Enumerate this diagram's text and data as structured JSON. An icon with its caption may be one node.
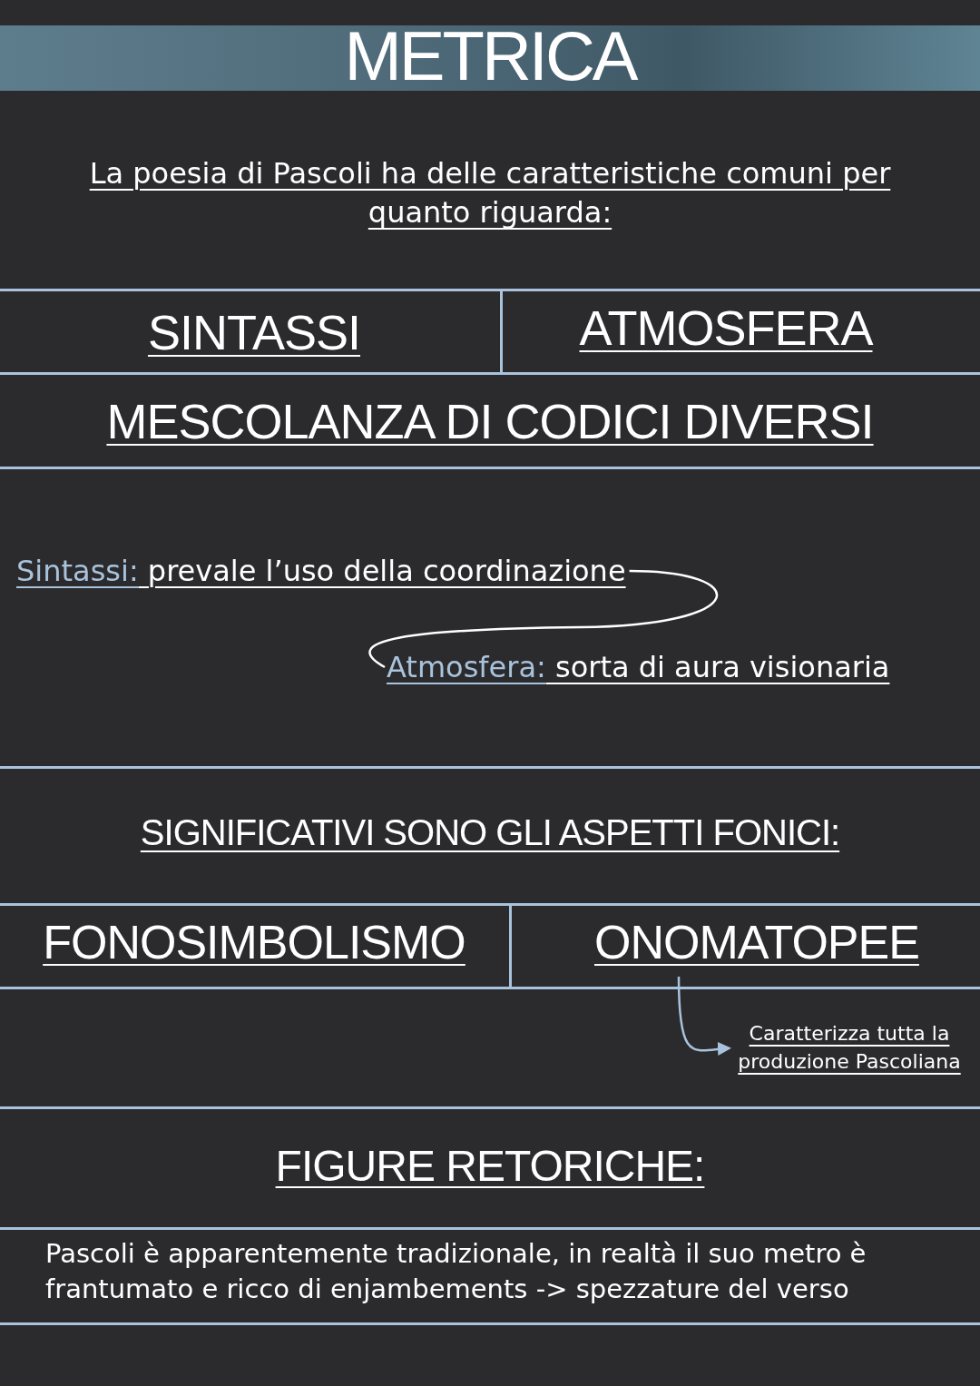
{
  "diagram": {
    "title": "METRICA",
    "nodes": [
      {
        "text": [
          "Sintassi:",
          "prevale l’uso della coordinazione"
        ]
      },
      {
        "text": [
          "Atmosfera:",
          "sorta di aura visionaria"
        ]
      },
      {
        "text": [
          "ONOMATOPEE"
        ]
      },
      {
        "text": [
          "Caratterizza tutta la produzione Pascoliana"
        ]
      }
    ],
    "edges": [
      {
        "from": 0,
        "to": 1,
        "arrow": "none"
      },
      {
        "from": 2,
        "to": 3,
        "arrow": "to"
      }
    ],
    "labels": [
      "La poesia di Pascoli ha delle caratteristiche comuni per quanto riguarda:",
      "SINTASSI",
      "ATMOSFERA",
      "MESCOLANZA DI CODICI DIVERSI",
      "SIGNIFICATIVI SONO GLI ASPETTI FONICI:",
      "FONOSIMBOLISMO",
      "FIGURE RETORICHE:",
      "Pascoli è apparentemente tradizionale, in realtà il suo metro è frantumato e ricco di enjambements -> spezzature del verso"
    ]
  }
}
